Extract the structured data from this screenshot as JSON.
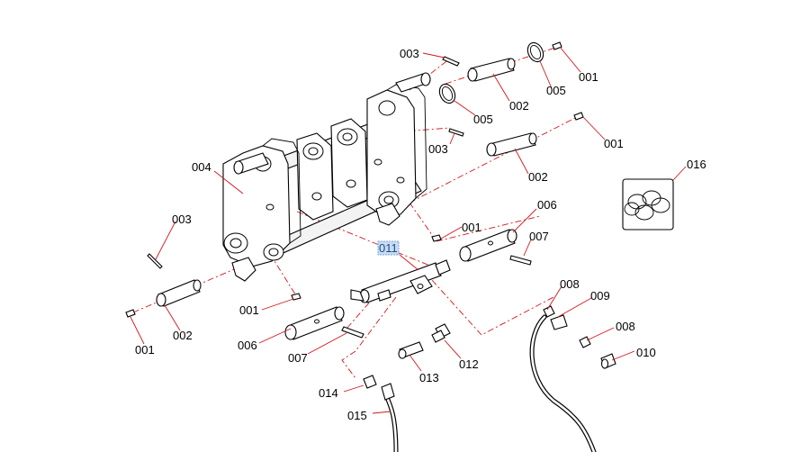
{
  "labels": {
    "p001a": "001",
    "p001b": "001",
    "p001c": "001",
    "p001d": "001",
    "p001e": "001",
    "p002a": "002",
    "p002b": "002",
    "p002c": "002",
    "p003a": "003",
    "p003b": "003",
    "p003c": "003",
    "p004": "004",
    "p005a": "005",
    "p005b": "005",
    "p006a": "006",
    "p006b": "006",
    "p007a": "007",
    "p007b": "007",
    "p008a": "008",
    "p008b": "008",
    "p009": "009",
    "p010": "010",
    "p011": "011",
    "p012": "012",
    "p013": "013",
    "p014": "014",
    "p015": "015",
    "p016": "016"
  },
  "colors": {
    "leader": "#d4141c",
    "highlight_box": "#c9dcf2",
    "highlight_text": "#1a4d8f"
  }
}
